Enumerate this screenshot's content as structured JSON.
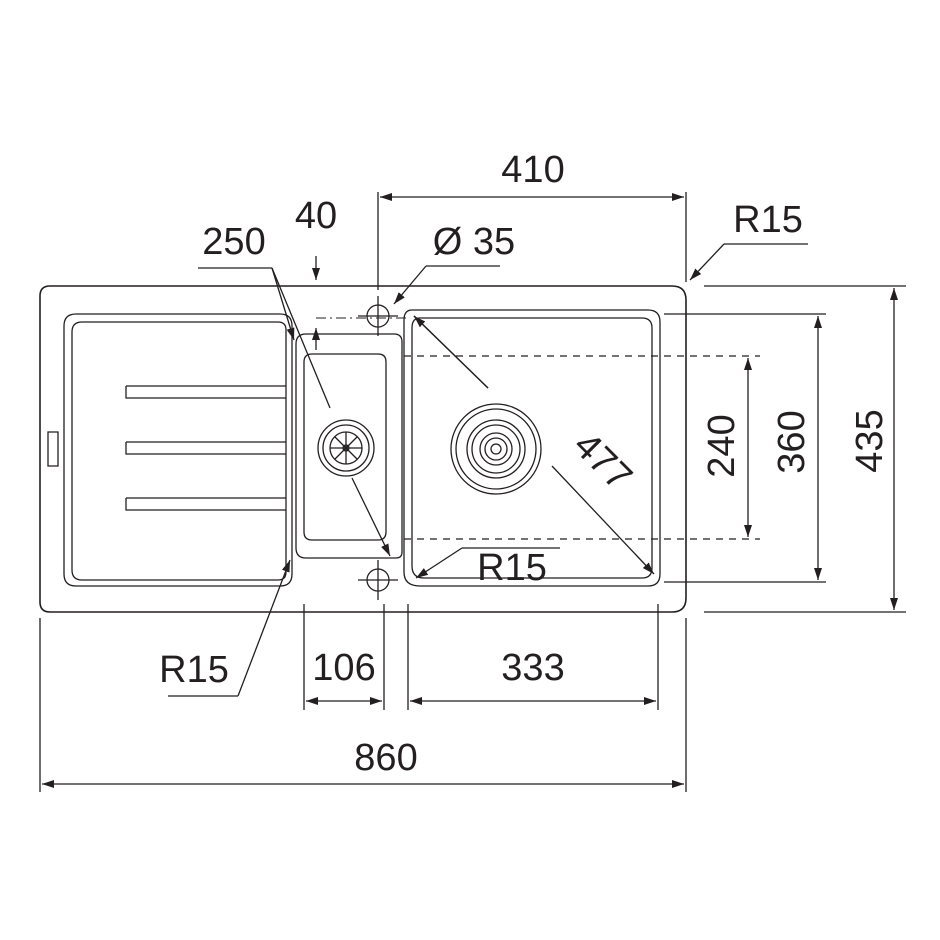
{
  "dimensions": {
    "overall_width": "860",
    "overall_depth": "435",
    "bowl_distance": "410",
    "tap_hole_diameter": "Ø 35",
    "corner_radius_top_right": "R15",
    "corner_radius_drainer": "R15",
    "corner_radius_main_bowl": "R15",
    "bowl_inner_depth": "360",
    "bowl_shallow_depth": "240",
    "bowl_diagonal": "477",
    "small_bowl_width": "106",
    "main_bowl_width": "333",
    "small_bowl_diagonal": "250",
    "offset_40": "40"
  },
  "colors": {
    "line": "#231f20",
    "background": "#ffffff"
  }
}
